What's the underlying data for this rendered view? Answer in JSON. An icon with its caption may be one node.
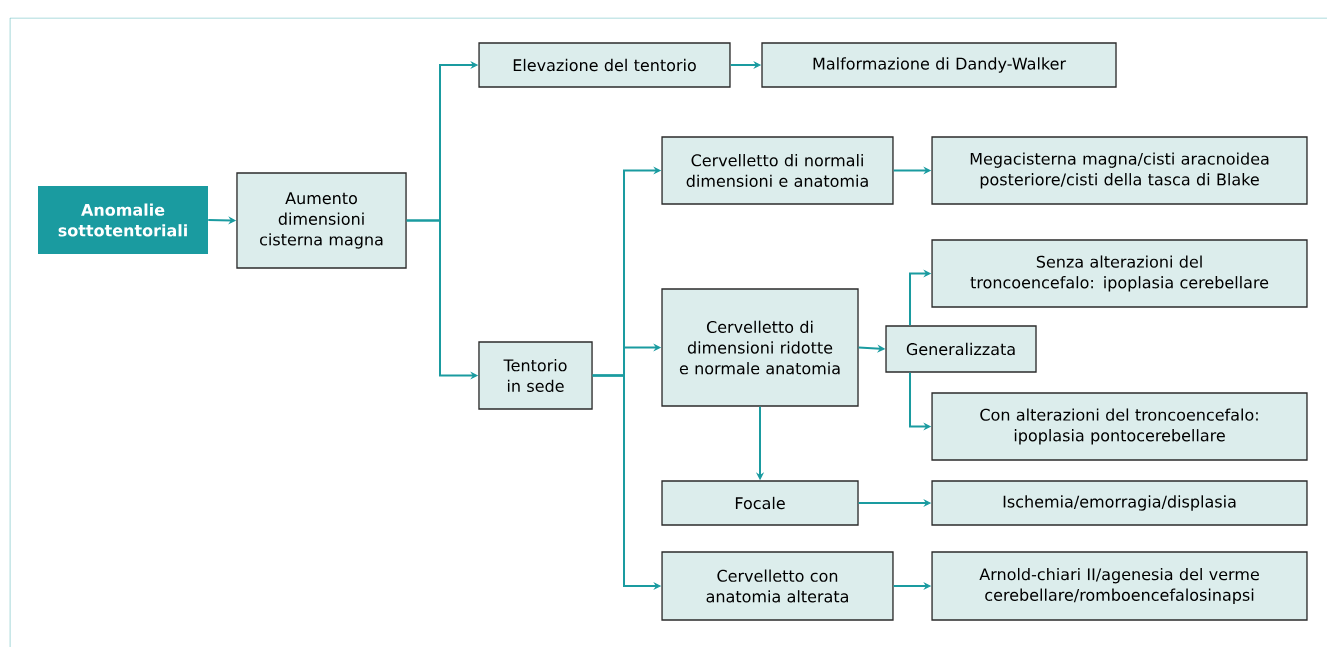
{
  "diagram": {
    "nodes": [
      {
        "text": [
          "Anomalie sottotentoriali"
        ]
      },
      {
        "text": [
          "Aumento dimensioni cisterna magna"
        ]
      },
      {
        "text": [
          "Elevazione del tentorio"
        ]
      },
      {
        "text": [
          "Malformazione di Dandy-Walker"
        ]
      },
      {
        "text": [
          "Tentorio in sede"
        ]
      },
      {
        "text": [
          "Cervelletto di normali dimensioni e anatomia"
        ]
      },
      {
        "text": [
          "Megacisterna magna/cisti aracnoidea posteriore/cisti della tasca di Blake"
        ]
      },
      {
        "text": [
          "Cervelletto di dimensioni ridotte e normale anatomia"
        ]
      },
      {
        "text": [
          "Generalizzata"
        ]
      },
      {
        "text": [
          "Senza alterazioni del troncoencefalo: ipoplasia cerebellare"
        ]
      },
      {
        "text": [
          "Con alterazioni del troncoencefalo: ipoplasia pontocerebellare"
        ]
      },
      {
        "text": [
          "Focale"
        ]
      },
      {
        "text": [
          "Ischemia/emorragia/displasia"
        ]
      },
      {
        "text": [
          "Cervelletto con anatomia alterata"
        ]
      },
      {
        "text": [
          "Arnold-chiari II/agenesia del verme cerebellare/romboencefalosinapsi"
        ]
      }
    ],
    "edges": [
      {
        "from": 0,
        "to": 1,
        "arrow": "to"
      },
      {
        "from": 1,
        "to": 2,
        "arrow": "to"
      },
      {
        "from": 1,
        "to": 4,
        "arrow": "to"
      },
      {
        "from": 2,
        "to": 3,
        "arrow": "to"
      },
      {
        "from": 4,
        "to": 5,
        "arrow": "to"
      },
      {
        "from": 4,
        "to": 7,
        "arrow": "to"
      },
      {
        "from": 4,
        "to": 13,
        "arrow": "to"
      },
      {
        "from": 5,
        "to": 6,
        "arrow": "to"
      },
      {
        "from": 7,
        "to": 8,
        "arrow": "to"
      },
      {
        "from": 8,
        "to": 9,
        "arrow": "to"
      },
      {
        "from": 8,
        "to": 10,
        "arrow": "to"
      },
      {
        "from": 7,
        "to": 11,
        "arrow": "to"
      },
      {
        "from": 11,
        "to": 12,
        "arrow": "to"
      },
      {
        "from": 13,
        "to": 14,
        "arrow": "to"
      }
    ]
  }
}
